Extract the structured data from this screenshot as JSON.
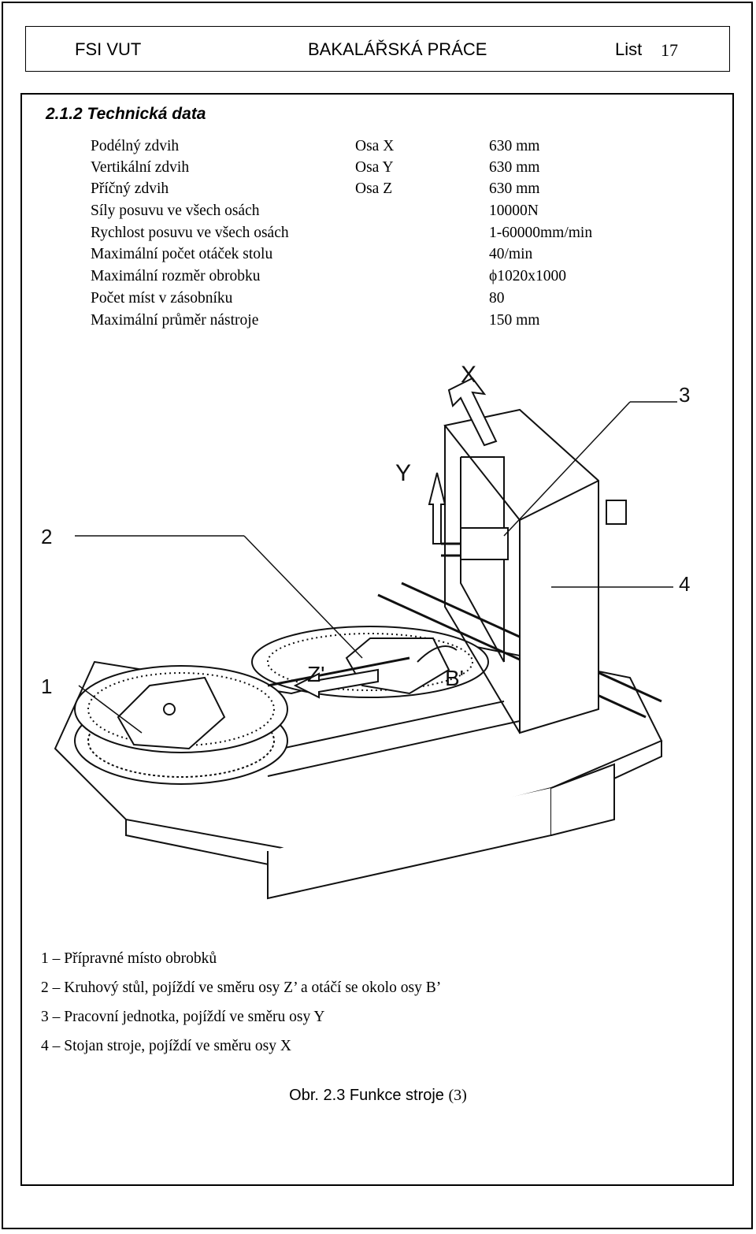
{
  "header": {
    "left": "FSI VUT",
    "center": "BAKALÁŘSKÁ PRÁCE",
    "page_label": "List",
    "page_number": "17"
  },
  "section_title": "2.1.2 Technická data",
  "specs": [
    {
      "label": "Podélný zdvih",
      "axis": "Osa X",
      "value": "630 mm"
    },
    {
      "label": "Vertikální zdvih",
      "axis": "Osa Y",
      "value": "630 mm"
    },
    {
      "label": "Příčný zdvih",
      "axis": "Osa Z",
      "value": "630 mm"
    },
    {
      "label": "Síly posuvu ve všech osách",
      "axis": "",
      "value": "10000N"
    },
    {
      "label": "Rychlost posuvu ve všech osách",
      "axis": "",
      "value": "1-60000mm/min"
    },
    {
      "label": "Maximální počet otáček stolu",
      "axis": "",
      "value": "40/min"
    },
    {
      "label": "Maximální rozměr obrobku",
      "axis": "",
      "value": "ϕ1020x1000"
    },
    {
      "label": "Počet míst v zásobníku",
      "axis": "",
      "value": "80"
    },
    {
      "label": "Maximální průměr nástroje",
      "axis": "",
      "value": "150 mm"
    }
  ],
  "figure": {
    "callouts": [
      "1",
      "2",
      "3",
      "4"
    ],
    "axis_labels": {
      "x": "X",
      "y": "Y",
      "z": "Z'",
      "b": "B'"
    }
  },
  "legend": [
    "1 – Přípravné místo obrobků",
    "2 – Kruhový stůl, pojíždí ve směru osy Z’ a otáčí se okolo osy B’",
    "3 – Pracovní jednotka, pojíždí ve směru osy Y",
    "4 – Stojan stroje, pojíždí ve směru osy X"
  ],
  "caption": {
    "text": "Obr. 2.3 Funkce stroje ",
    "ref": "(3)"
  }
}
